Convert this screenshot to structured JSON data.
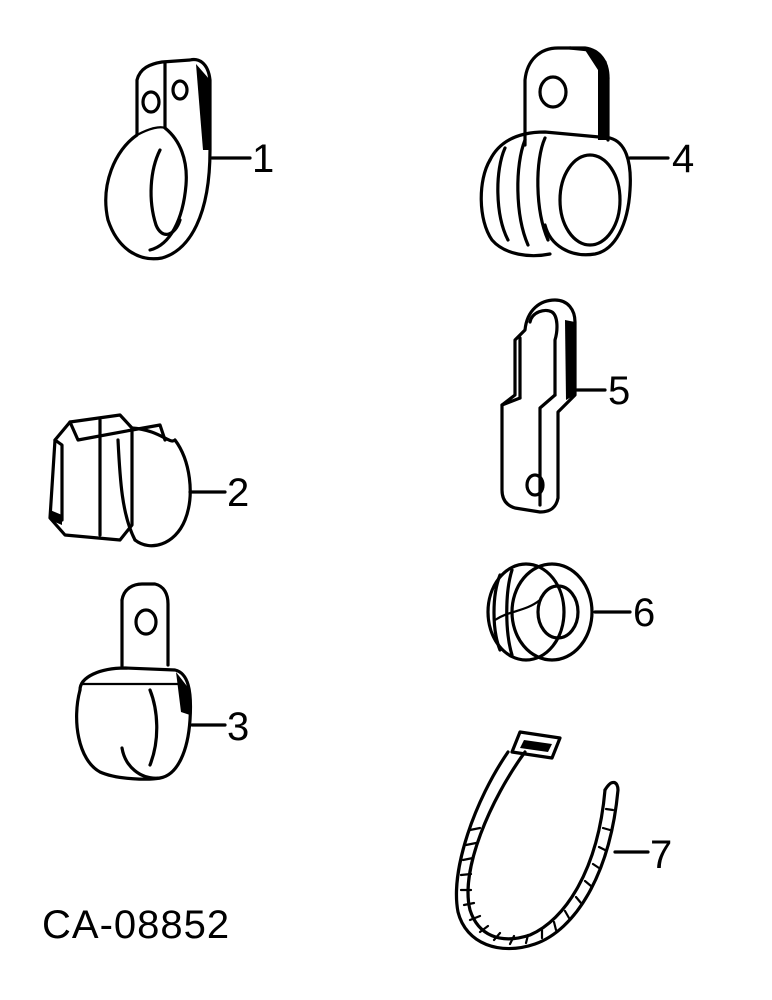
{
  "figure_code": "CA-08852",
  "parts": [
    {
      "number": "1",
      "item": "clip-loop-tab"
    },
    {
      "number": "2",
      "item": "clip-snap"
    },
    {
      "number": "3",
      "item": "clip-loop-flat"
    },
    {
      "number": "4",
      "item": "clamp-cushioned"
    },
    {
      "number": "5",
      "item": "clip-folded-tab"
    },
    {
      "number": "6",
      "item": "grommet"
    },
    {
      "number": "7",
      "item": "cable-tie"
    }
  ]
}
